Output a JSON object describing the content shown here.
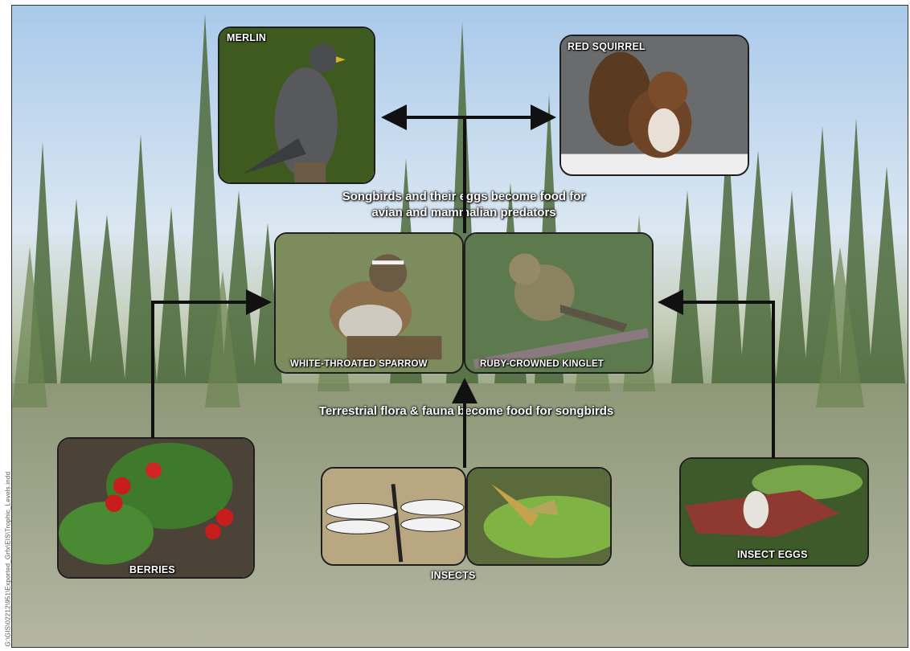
{
  "file_path_label": "G:\\GIS\\02212\\951\\Exported_Grfx\\EIS\\Trophic_Levels.indd",
  "captions": {
    "predators_line1": "Songbirds and their eggs become food for",
    "predators_line2": "avian and mammalian predators",
    "flora_fauna": "Terrestrial flora & fauna become food for songbirds"
  },
  "nodes": {
    "merlin": "MERLIN",
    "red_squirrel": "RED SQUIRREL",
    "white_throated_sparrow": "WHITE-THROATED SPARROW",
    "ruby_crowned_kinglet": "RUBY-CROWNED KINGLET",
    "berries": "BERRIES",
    "insects": "INSECTS",
    "insect_eggs": "INSECT EGGS"
  },
  "colors": {
    "arrow": "#111111",
    "sky": "#c9dcef",
    "forest": "#4f6b3a",
    "ground": "#9aa088"
  }
}
